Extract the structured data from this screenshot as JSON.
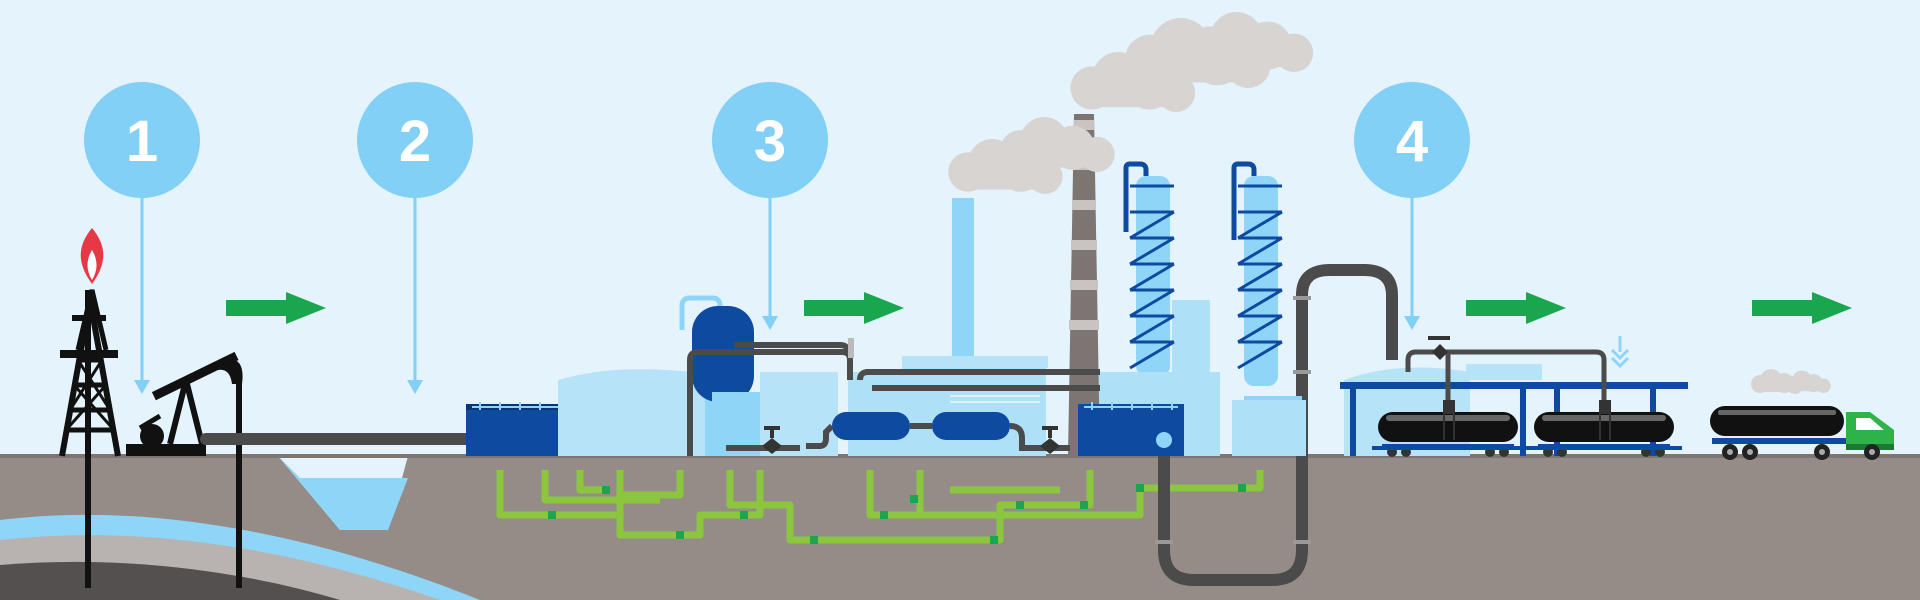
{
  "steps": [
    {
      "number": "1"
    },
    {
      "number": "2"
    },
    {
      "number": "3"
    },
    {
      "number": "4"
    }
  ],
  "colors": {
    "sky": "#e4f3fc",
    "ground": "#958c88",
    "step_circle": "#82d0f5",
    "arrow": "#1aa64f",
    "dark_blue": "#0d4aa0",
    "light_blue": "#8fd5f7",
    "pipe_gray": "#4b4b4b",
    "pipe_green": "#8cc63f",
    "flame": "#e63946",
    "truck_cab": "#2db34a"
  },
  "icons": [
    "oil-derrick-icon",
    "pumpjack-icon",
    "refinery-icon",
    "smokestack-icon",
    "distillation-column-icon",
    "rail-tank-car-icon",
    "tanker-truck-icon",
    "flow-arrow-icon"
  ]
}
